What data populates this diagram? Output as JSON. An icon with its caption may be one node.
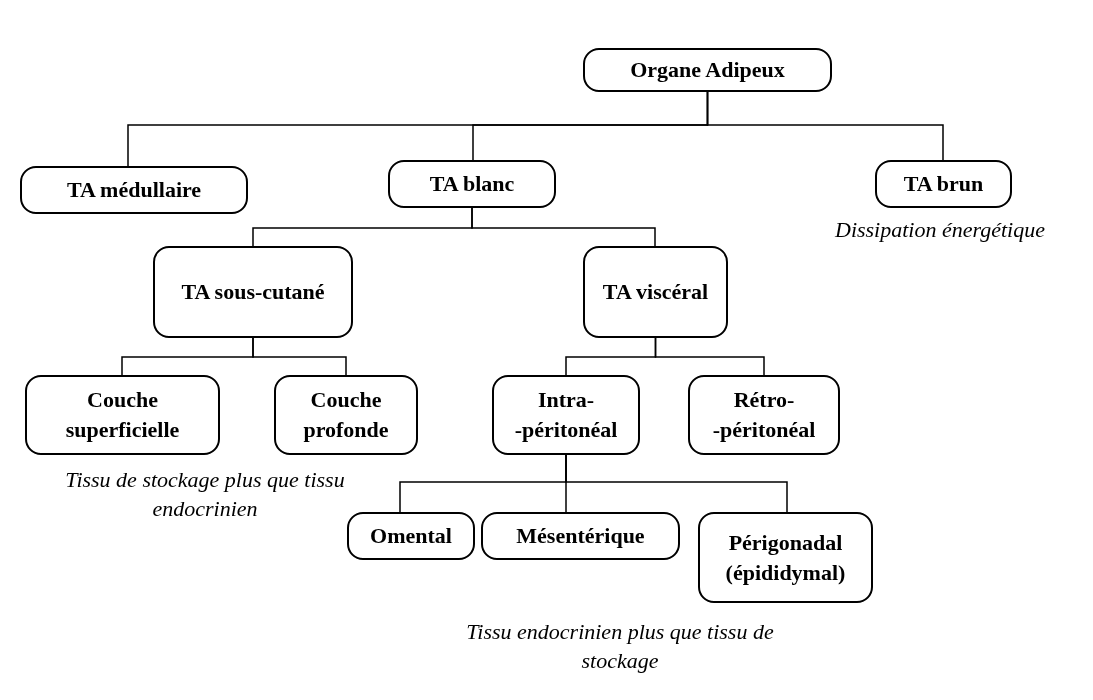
{
  "diagram": {
    "nodes": [
      {
        "text": [
          "Organe Adipeux"
        ]
      },
      {
        "text": [
          "TA médullaire"
        ]
      },
      {
        "text": [
          "TA blanc"
        ]
      },
      {
        "text": [
          "TA brun"
        ],
        "beside": [
          "Dissipation énergétique"
        ]
      },
      {
        "text": [
          "TA sous-cutané"
        ]
      },
      {
        "text": [
          "TA viscéral"
        ]
      },
      {
        "text": [
          "Couche superficielle"
        ]
      },
      {
        "text": [
          "Couche profonde"
        ]
      },
      {
        "text": [
          "Intra- -péritonéal"
        ]
      },
      {
        "text": [
          "Rétro- -péritonéal"
        ]
      },
      {
        "text": [
          "Omental"
        ]
      },
      {
        "text": [
          "Mésentérique"
        ]
      },
      {
        "text": [
          "Périgonadal (épididymal)"
        ]
      }
    ],
    "edges": [
      {
        "from": 0,
        "to": 1,
        "arrow": "none"
      },
      {
        "from": 0,
        "to": 2,
        "arrow": "none"
      },
      {
        "from": 0,
        "to": 3,
        "arrow": "none"
      },
      {
        "from": 2,
        "to": 4,
        "arrow": "none"
      },
      {
        "from": 2,
        "to": 5,
        "arrow": "none"
      },
      {
        "from": 4,
        "to": 6,
        "arrow": "none"
      },
      {
        "from": 4,
        "to": 7,
        "arrow": "none"
      },
      {
        "from": 5,
        "to": 8,
        "arrow": "none"
      },
      {
        "from": 5,
        "to": 9,
        "arrow": "none"
      },
      {
        "from": 8,
        "to": 10,
        "arrow": "none"
      },
      {
        "from": 8,
        "to": 11,
        "arrow": "none"
      },
      {
        "from": 8,
        "to": 12,
        "arrow": "none"
      }
    ],
    "labels": [
      "Tissu de stockage plus que tissu endocrinien",
      "Tissu endocrinien plus que tissu de stockage"
    ]
  }
}
